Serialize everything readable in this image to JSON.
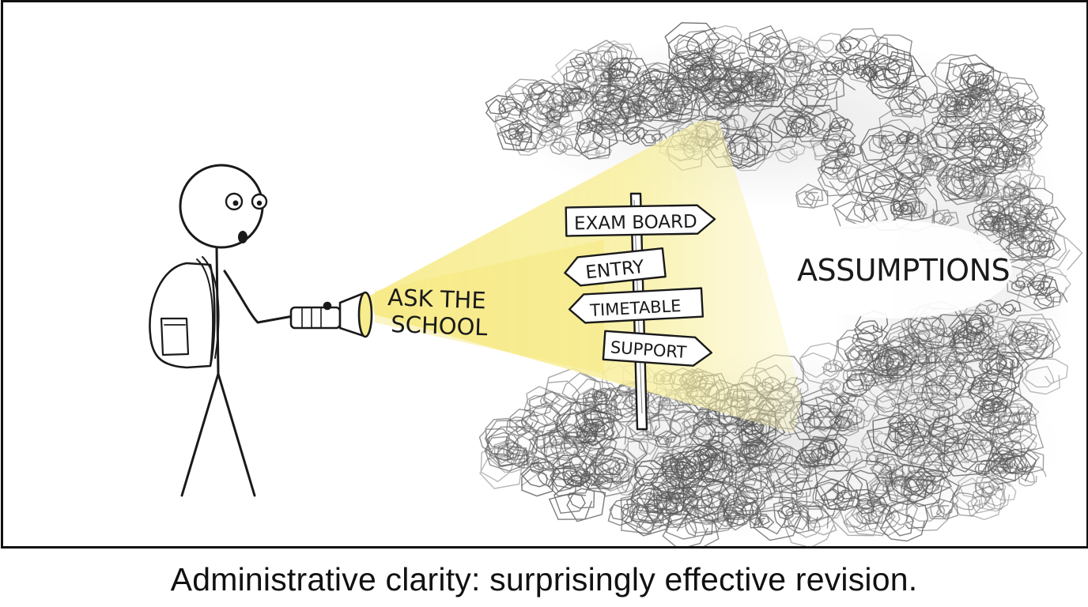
{
  "comic": {
    "beam_label_line1": "ASK THE",
    "beam_label_line2": "SCHOOL",
    "signs": {
      "exam_board": "EXAM BOARD",
      "entry": "ENTRY",
      "timetable": "TIMETABLE",
      "support": "SUPPORT"
    },
    "cloud_label": "ASSUMPTIONS",
    "caption": "Administrative clarity: surprisingly effective revision."
  },
  "colors": {
    "beam": "#f6e98a",
    "ink": "#1a1a1a",
    "scribble": "#3a3a3a",
    "border": "#111111"
  }
}
